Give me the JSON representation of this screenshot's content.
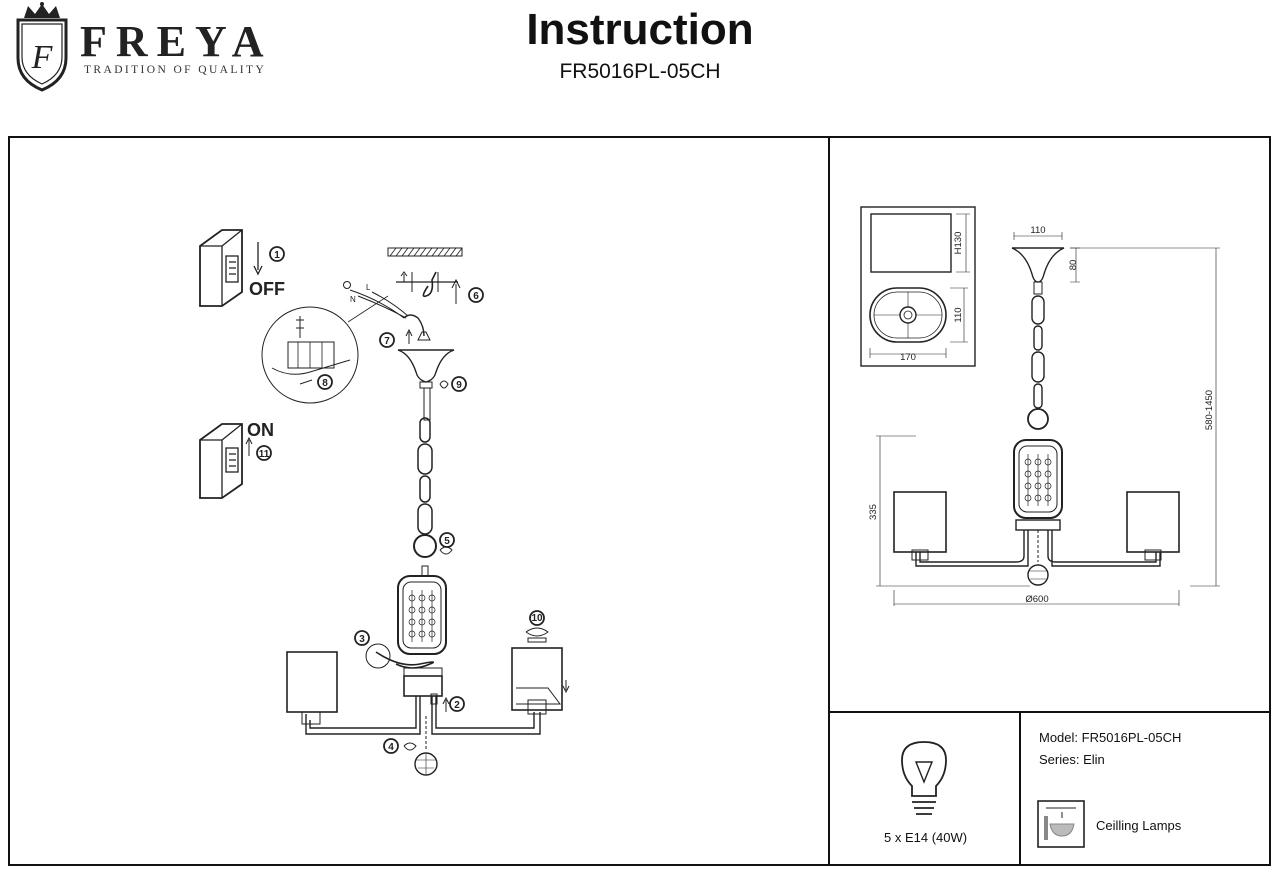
{
  "brand": {
    "name": "FREYA",
    "tagline": "TRADITION OF QUALITY",
    "monogram": "F"
  },
  "header": {
    "title": "Instruction",
    "model": "FR5016PL-05CH"
  },
  "steps": {
    "s1": "1",
    "s2": "2",
    "s3": "3",
    "s4": "4",
    "s5": "5",
    "s6": "6",
    "s7": "7",
    "s8": "8",
    "s9": "9",
    "s10": "10",
    "s11": "11",
    "off": "OFF",
    "on": "ON",
    "wire_n": "N",
    "wire_l": "L"
  },
  "dimensions": {
    "shade_height": "H130",
    "shade_width": "170",
    "shade_depth": "110",
    "canopy_width": "110",
    "canopy_height": "80",
    "total_height": "580-1450",
    "arm_height": "335",
    "diameter": "Ø600"
  },
  "lamp": {
    "spec": "5 x E14 (40W)"
  },
  "info": {
    "model_line": "Model: FR5016PL-05CH",
    "series_line": "Series: Elin",
    "type_label": "Ceilling Lamps"
  }
}
